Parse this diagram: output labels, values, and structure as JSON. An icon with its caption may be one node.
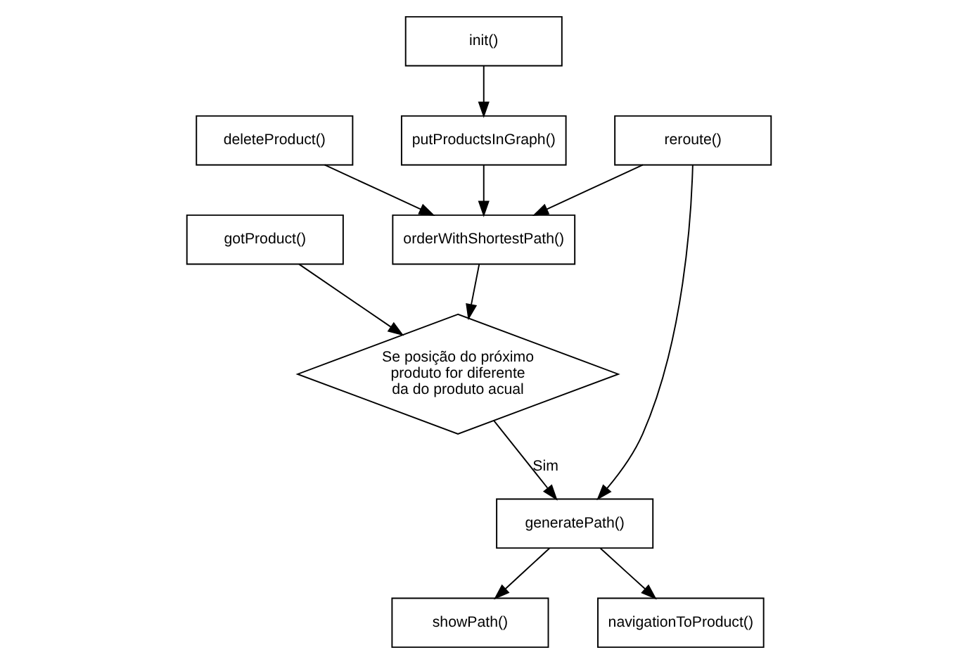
{
  "diagram": {
    "nodes": [
      {
        "text": [
          "gotProduct()"
        ]
      },
      {
        "text": [
          "deleteProduct()"
        ]
      },
      {
        "text": [
          "init()"
        ]
      },
      {
        "text": [
          "putProductsInGraph()"
        ]
      },
      {
        "text": [
          "orderWithShortestPath()"
        ]
      },
      {
        "text": [
          "reroute()"
        ]
      },
      {
        "text": [
          "Se posição do próximo produto for diferente da do produto acual"
        ]
      },
      {
        "text": [
          "generatePath()"
        ]
      },
      {
        "text": [
          "showPath()"
        ]
      },
      {
        "text": [
          "navigationToProduct()"
        ]
      }
    ],
    "edges": [
      {
        "from": 0,
        "to": 6,
        "arrow": "to"
      },
      {
        "from": 1,
        "to": 4,
        "arrow": "to"
      },
      {
        "from": 2,
        "to": 3,
        "arrow": "to"
      },
      {
        "from": 3,
        "to": 4,
        "arrow": "to"
      },
      {
        "from": 5,
        "to": 4,
        "arrow": "to"
      },
      {
        "from": 4,
        "to": 6,
        "arrow": "to"
      },
      {
        "from": 5,
        "to": 7,
        "arrow": "to"
      },
      {
        "from": 6,
        "to": 7,
        "arrow": "to",
        "label": "Sim"
      },
      {
        "from": 7,
        "to": 8,
        "arrow": "to"
      },
      {
        "from": 7,
        "to": 9,
        "arrow": "to"
      }
    ]
  }
}
